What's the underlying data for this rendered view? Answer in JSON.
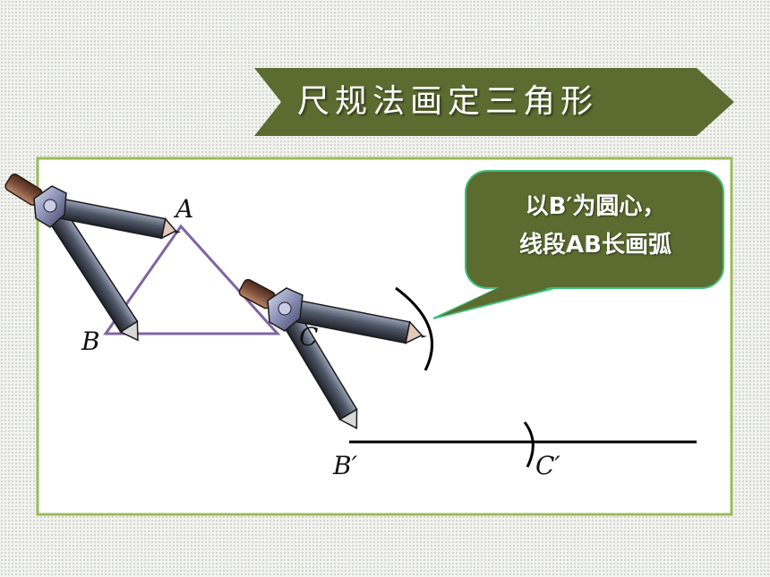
{
  "title": "尺规法画定三角形",
  "callout": {
    "line1": "以B′为圆心，",
    "line2": "线段AB长画弧"
  },
  "labels": {
    "A": "A",
    "B": "B",
    "C": "C",
    "B_prime": "B′",
    "C_prime": "C′"
  },
  "colors": {
    "banner": "#5c6b2f",
    "callout": "#5c6b2f",
    "board_border": "#9bbb59",
    "triangle": "#8064a2"
  }
}
